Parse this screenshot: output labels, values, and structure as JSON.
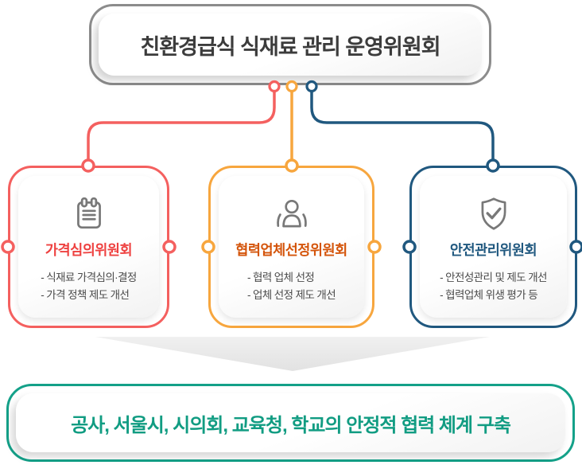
{
  "header": {
    "title": "친환경급식 식재료 관리 운영위원회"
  },
  "committees": [
    {
      "id": "price-review",
      "title": "가격심의위원회",
      "icon": "clipboard-icon",
      "border_color": "#f4605f",
      "title_color": "#ee4140",
      "bullets": [
        "- 식재료 가격심의·결정",
        "- 가격 정책 제도 개선"
      ]
    },
    {
      "id": "partner-selection",
      "title": "협력업체선정위원회",
      "icon": "people-icon",
      "border_color": "#f7a63e",
      "title_color": "#d4540a",
      "bullets": [
        "- 협력 업체 선정",
        "- 업체 선정 제도 개선"
      ]
    },
    {
      "id": "safety-management",
      "title": "안전관리위원회",
      "icon": "shield-check-icon",
      "border_color": "#20587f",
      "title_color": "#20587f",
      "bullets": [
        "- 안전성관리 및 제도 개선",
        "- 협력업체 위생 평가 등"
      ]
    }
  ],
  "footer": {
    "title": "공사, 서울시, 시의회, 교육청, 학교의 안정적 협력 체계 구축"
  },
  "colors": {
    "top_box_border": "#8c8c8c",
    "header_text": "#3c3c3c",
    "connector_red": "#f4605f",
    "connector_orange": "#f7a63e",
    "connector_blue": "#20587f",
    "icon_gray": "#787878",
    "bullet_text": "#4a4a4a",
    "arrow_fill": "#ebebeb",
    "footer_border": "#14a189",
    "footer_text": "#119c82"
  }
}
